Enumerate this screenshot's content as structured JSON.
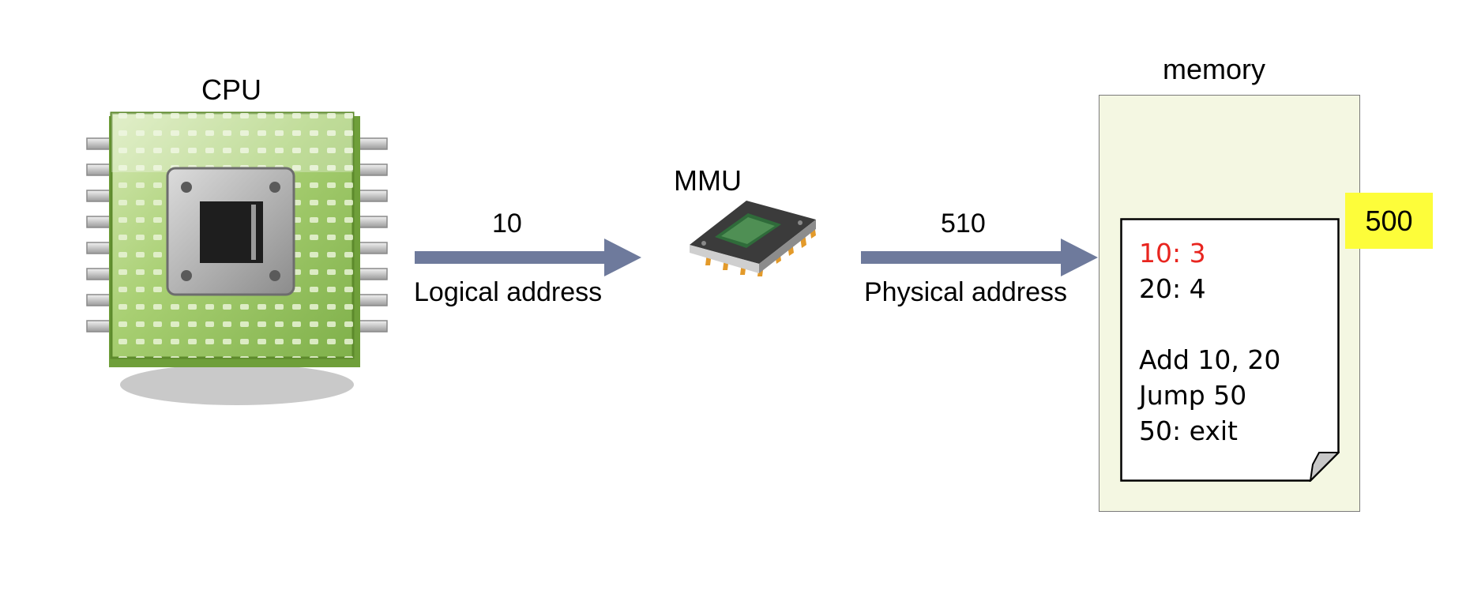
{
  "cpu": {
    "label": "CPU",
    "icon": "cpu-chip-icon"
  },
  "mmu": {
    "label": "MMU",
    "icon": "memory-chip-icon"
  },
  "arrow_logical": {
    "value": "10",
    "caption": "Logical address",
    "color": "#6e7a9c"
  },
  "arrow_physical": {
    "value": "510",
    "caption": "Physical address",
    "color": "#6e7a9c"
  },
  "memory": {
    "label": "memory",
    "base_register": "500",
    "base_color": "#fdfd3a",
    "background": "#f4f7e2",
    "lines": [
      {
        "text": "10: 3",
        "color": "#e8251f"
      },
      {
        "text": "20: 4",
        "color": "#000000"
      },
      {
        "text": "",
        "color": "#000000"
      },
      {
        "text": "Add 10, 20",
        "color": "#000000"
      },
      {
        "text": "Jump 50",
        "color": "#000000"
      },
      {
        "text": "50: exit",
        "color": "#000000"
      }
    ]
  }
}
